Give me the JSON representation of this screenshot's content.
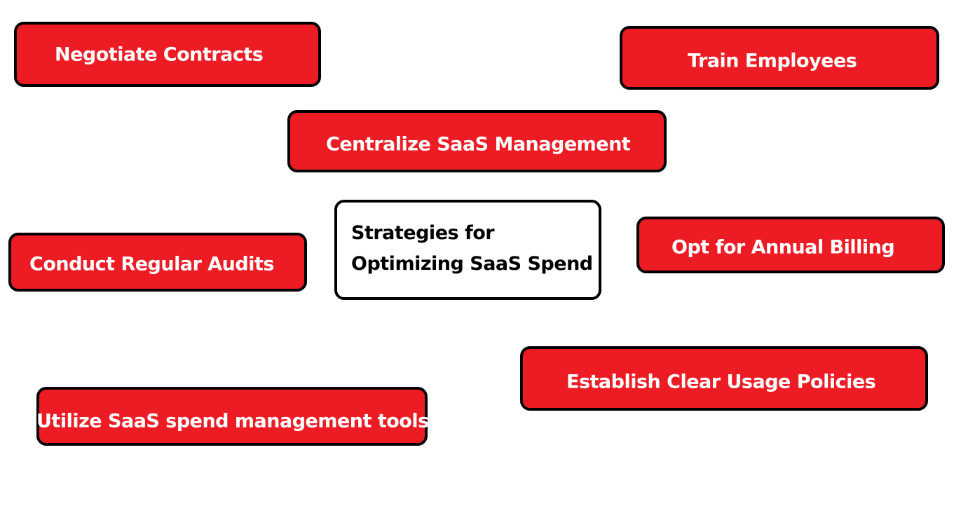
{
  "title": "Strategies for Optimizing SaaS Spend",
  "title_lines": [
    "Strategies for",
    "Optimizing SaaS Spend"
  ],
  "colors": {
    "box_fill": "#ED1C24",
    "box_border": "#000000",
    "box_text": "#FFFFFF",
    "center_fill": "#FFFFFF",
    "center_text": "#000000"
  },
  "strategies": [
    {
      "label": "Negotiate Contracts"
    },
    {
      "label": "Train Employees"
    },
    {
      "label": "Centralize SaaS Management"
    },
    {
      "label": "Conduct Regular Audits"
    },
    {
      "label": "Opt for Annual Billing"
    },
    {
      "label": "Establish Clear Usage Policies"
    },
    {
      "label": "Utilize SaaS spend management tools"
    }
  ]
}
